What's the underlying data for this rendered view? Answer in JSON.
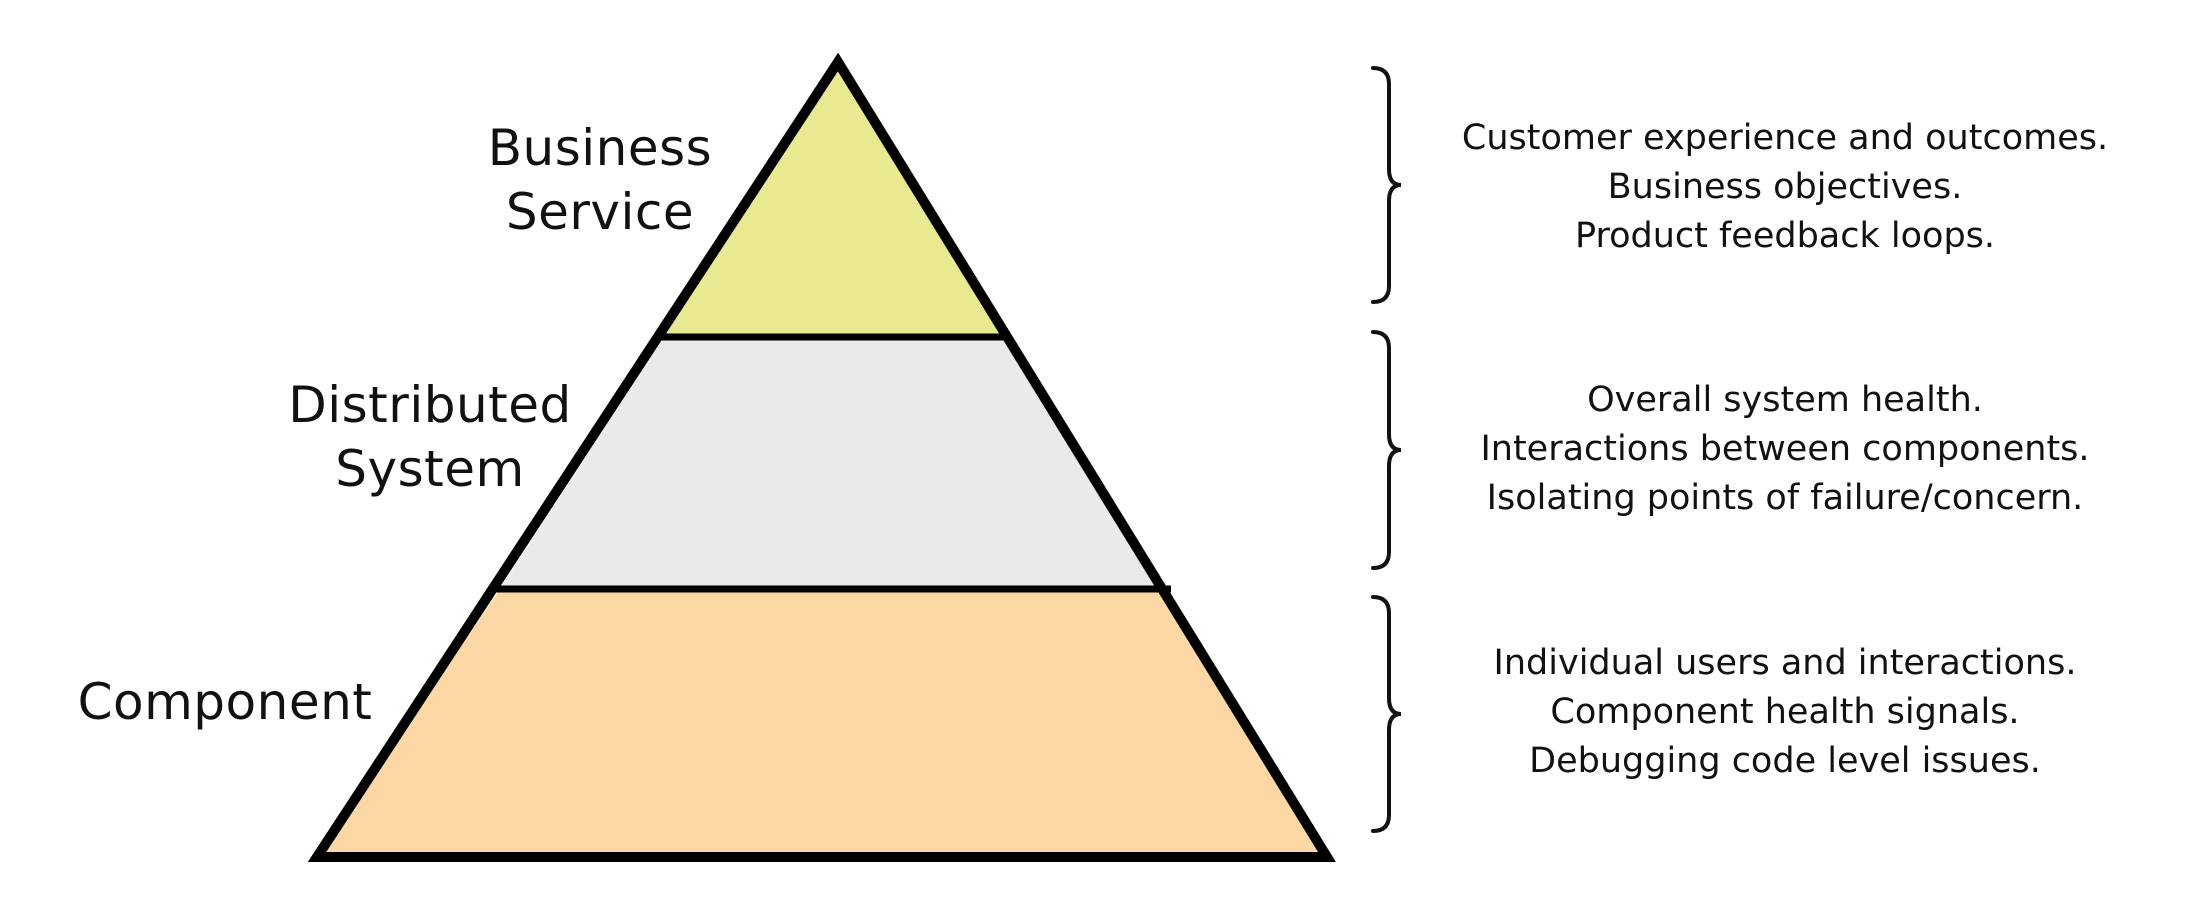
{
  "colors": {
    "business_fill": "#e9e991",
    "distributed_fill": "#eaeaea",
    "component_fill": "#fdd8a4",
    "stroke": "#000000",
    "text": "#111111"
  },
  "tiers": {
    "business": {
      "label_line1": "Business",
      "label_line2": "Service",
      "desc": [
        "Customer experience and outcomes.",
        "Business objectives.",
        "Product feedback loops."
      ]
    },
    "distributed": {
      "label_line1": "Distributed",
      "label_line2": "System",
      "desc": [
        "Overall system health.",
        "Interactions between components.",
        "Isolating points of failure/concern."
      ]
    },
    "component": {
      "label_line1": "Component",
      "desc": [
        "Individual users and interactions.",
        "Component health signals.",
        "Debugging code level issues."
      ]
    }
  }
}
